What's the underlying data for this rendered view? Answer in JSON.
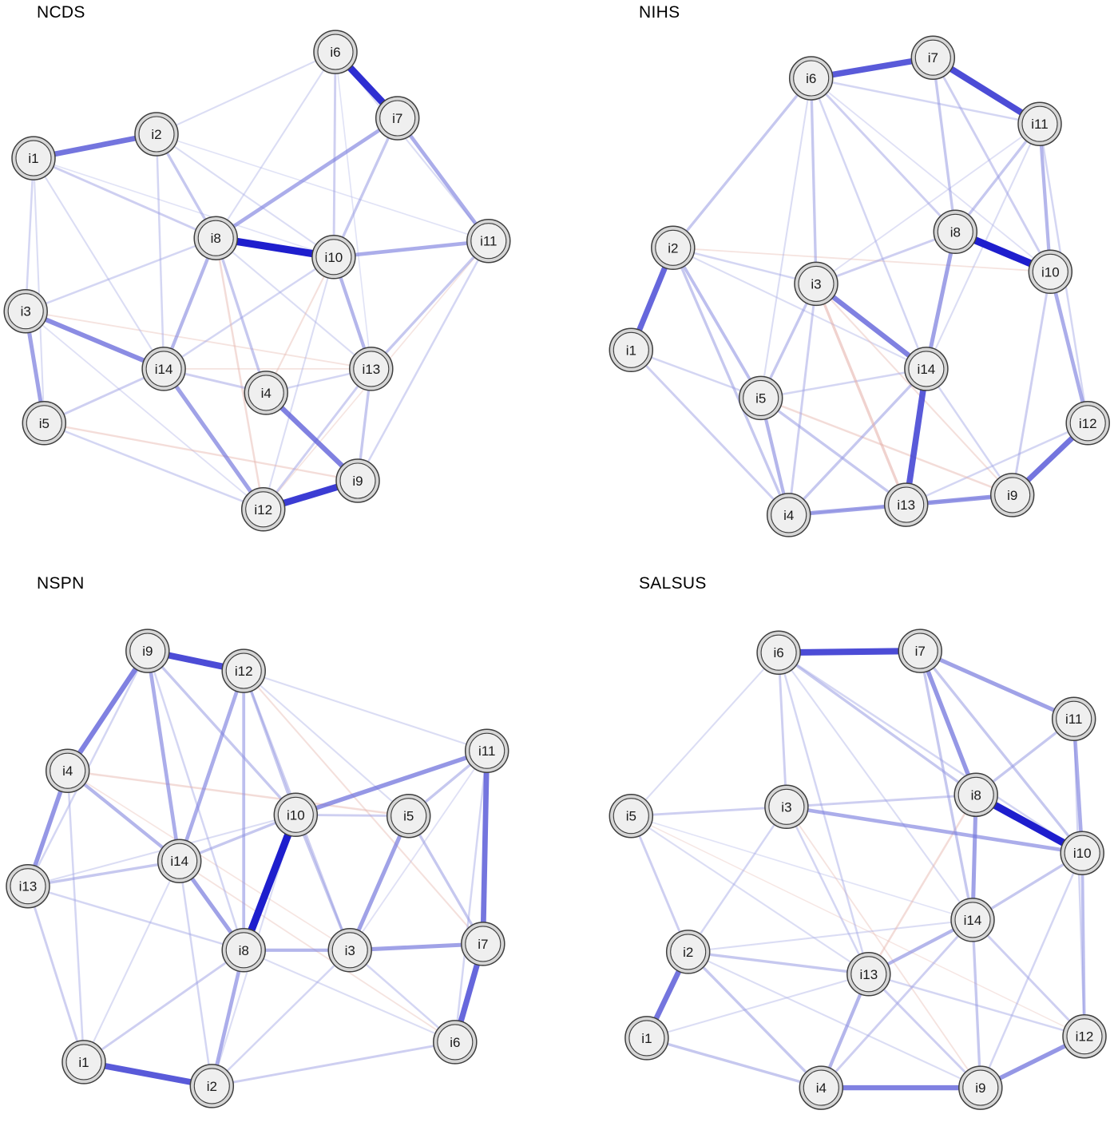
{
  "style": {
    "node_fill": "#efefef",
    "node_ring": "#d6d6d6",
    "node_border": "#3f3f3f",
    "label_color": "#1a1a1a"
  },
  "chart_data": [
    {
      "type": "network",
      "title": "NCDS",
      "nodes": [
        {
          "id": "i1",
          "x": 0.06,
          "y": 0.277
        },
        {
          "id": "i2",
          "x": 0.28,
          "y": 0.235
        },
        {
          "id": "i3",
          "x": 0.046,
          "y": 0.545
        },
        {
          "id": "i4",
          "x": 0.476,
          "y": 0.688
        },
        {
          "id": "i5",
          "x": 0.079,
          "y": 0.741
        },
        {
          "id": "i6",
          "x": 0.6,
          "y": 0.091
        },
        {
          "id": "i7",
          "x": 0.711,
          "y": 0.207
        },
        {
          "id": "i8",
          "x": 0.386,
          "y": 0.417
        },
        {
          "id": "i9",
          "x": 0.64,
          "y": 0.842
        },
        {
          "id": "i10",
          "x": 0.597,
          "y": 0.45
        },
        {
          "id": "i11",
          "x": 0.874,
          "y": 0.422
        },
        {
          "id": "i12",
          "x": 0.471,
          "y": 0.892
        },
        {
          "id": "i13",
          "x": 0.664,
          "y": 0.646
        },
        {
          "id": "i14",
          "x": 0.293,
          "y": 0.646
        }
      ],
      "edges": [
        [
          "i6",
          "i7",
          0.95
        ],
        [
          "i8",
          "i10",
          1.0
        ],
        [
          "i1",
          "i2",
          0.7
        ],
        [
          "i9",
          "i12",
          0.9
        ],
        [
          "i4",
          "i9",
          0.65
        ],
        [
          "i3",
          "i14",
          0.6
        ],
        [
          "i3",
          "i5",
          0.5
        ],
        [
          "i14",
          "i12",
          0.5
        ],
        [
          "i7",
          "i11",
          0.45
        ],
        [
          "i7",
          "i8",
          0.45
        ],
        [
          "i10",
          "i11",
          0.45
        ],
        [
          "i8",
          "i14",
          0.4
        ],
        [
          "i10",
          "i13",
          0.4
        ],
        [
          "i7",
          "i10",
          0.3
        ],
        [
          "i2",
          "i8",
          0.3
        ],
        [
          "i11",
          "i13",
          0.3
        ],
        [
          "i9",
          "i13",
          0.3
        ],
        [
          "i4",
          "i8",
          0.3
        ],
        [
          "i1",
          "i8",
          0.25
        ],
        [
          "i6",
          "i10",
          0.25
        ],
        [
          "i4",
          "i14",
          0.25
        ],
        [
          "i12",
          "i13",
          0.25
        ],
        [
          "i5",
          "i14",
          0.25
        ],
        [
          "i1",
          "i3",
          0.2
        ],
        [
          "i2",
          "i14",
          0.2
        ],
        [
          "i3",
          "i8",
          0.2
        ],
        [
          "i5",
          "i12",
          0.2
        ],
        [
          "i9",
          "i11",
          0.2
        ],
        [
          "i4",
          "i13",
          0.2
        ],
        [
          "i10",
          "i14",
          0.2
        ],
        [
          "i2",
          "i6",
          0.15
        ],
        [
          "i1",
          "i14",
          0.15
        ],
        [
          "i6",
          "i8",
          0.15
        ],
        [
          "i6",
          "i11",
          0.15
        ],
        [
          "i2",
          "i10",
          0.15
        ],
        [
          "i1",
          "i5",
          0.15
        ],
        [
          "i8",
          "i13",
          0.15
        ],
        [
          "i10",
          "i12",
          0.15
        ],
        [
          "i2",
          "i11",
          0.1
        ],
        [
          "i6",
          "i13",
          0.1
        ],
        [
          "i1",
          "i10",
          0.1
        ],
        [
          "i3",
          "i12",
          0.12
        ],
        [
          "i5",
          "i9",
          -0.18
        ],
        [
          "i3",
          "i13",
          -0.12
        ],
        [
          "i4",
          "i10",
          -0.15
        ],
        [
          "i8",
          "i12",
          -0.2
        ],
        [
          "i11",
          "i12",
          -0.1
        ],
        [
          "i13",
          "i14",
          -0.12
        ]
      ]
    },
    {
      "type": "network",
      "title": "NIHS",
      "nodes": [
        {
          "id": "i1",
          "x": 0.129,
          "y": 0.613
        },
        {
          "id": "i2",
          "x": 0.204,
          "y": 0.434
        },
        {
          "id": "i3",
          "x": 0.46,
          "y": 0.497
        },
        {
          "id": "i4",
          "x": 0.411,
          "y": 0.902
        },
        {
          "id": "i5",
          "x": 0.361,
          "y": 0.697
        },
        {
          "id": "i6",
          "x": 0.451,
          "y": 0.137
        },
        {
          "id": "i7",
          "x": 0.669,
          "y": 0.101
        },
        {
          "id": "i8",
          "x": 0.709,
          "y": 0.406
        },
        {
          "id": "i9",
          "x": 0.811,
          "y": 0.867
        },
        {
          "id": "i10",
          "x": 0.879,
          "y": 0.476
        },
        {
          "id": "i11",
          "x": 0.86,
          "y": 0.217
        },
        {
          "id": "i12",
          "x": 0.946,
          "y": 0.741
        },
        {
          "id": "i13",
          "x": 0.621,
          "y": 0.884
        },
        {
          "id": "i14",
          "x": 0.657,
          "y": 0.646
        }
      ],
      "edges": [
        [
          "i6",
          "i7",
          0.8
        ],
        [
          "i7",
          "i11",
          0.85
        ],
        [
          "i8",
          "i10",
          1.0
        ],
        [
          "i1",
          "i2",
          0.75
        ],
        [
          "i13",
          "i14",
          0.8
        ],
        [
          "i3",
          "i14",
          0.65
        ],
        [
          "i9",
          "i12",
          0.7
        ],
        [
          "i9",
          "i13",
          0.55
        ],
        [
          "i4",
          "i13",
          0.5
        ],
        [
          "i8",
          "i14",
          0.5
        ],
        [
          "i10",
          "i12",
          0.45
        ],
        [
          "i10",
          "i11",
          0.4
        ],
        [
          "i4",
          "i5",
          0.4
        ],
        [
          "i2",
          "i5",
          0.35
        ],
        [
          "i3",
          "i5",
          0.3
        ],
        [
          "i2",
          "i6",
          0.3
        ],
        [
          "i3",
          "i6",
          0.3
        ],
        [
          "i7",
          "i8",
          0.3
        ],
        [
          "i8",
          "i11",
          0.3
        ],
        [
          "i2",
          "i4",
          0.3
        ],
        [
          "i5",
          "i13",
          0.3
        ],
        [
          "i4",
          "i14",
          0.3
        ],
        [
          "i6",
          "i8",
          0.25
        ],
        [
          "i3",
          "i8",
          0.25
        ],
        [
          "i1",
          "i4",
          0.25
        ],
        [
          "i3",
          "i4",
          0.25
        ],
        [
          "i7",
          "i10",
          0.25
        ],
        [
          "i9",
          "i10",
          0.25
        ],
        [
          "i6",
          "i11",
          0.2
        ],
        [
          "i2",
          "i3",
          0.2
        ],
        [
          "i6",
          "i14",
          0.2
        ],
        [
          "i11",
          "i12",
          0.2
        ],
        [
          "i9",
          "i14",
          0.2
        ],
        [
          "i5",
          "i14",
          0.2
        ],
        [
          "i12",
          "i13",
          0.2
        ],
        [
          "i1",
          "i5",
          0.2
        ],
        [
          "i2",
          "i14",
          0.15
        ],
        [
          "i5",
          "i6",
          0.15
        ],
        [
          "i11",
          "i14",
          0.15
        ],
        [
          "i4",
          "i9",
          0.15
        ],
        [
          "i3",
          "i11",
          0.12
        ],
        [
          "i6",
          "i10",
          0.12
        ],
        [
          "i3",
          "i13",
          -0.3
        ],
        [
          "i5",
          "i9",
          -0.2
        ],
        [
          "i2",
          "i10",
          -0.12
        ],
        [
          "i3",
          "i9",
          -0.15
        ]
      ]
    },
    {
      "type": "network",
      "title": "NSPN",
      "nodes": [
        {
          "id": "i1",
          "x": 0.15,
          "y": 0.86
        },
        {
          "id": "i2",
          "x": 0.379,
          "y": 0.902
        },
        {
          "id": "i3",
          "x": 0.626,
          "y": 0.664
        },
        {
          "id": "i4",
          "x": 0.121,
          "y": 0.35
        },
        {
          "id": "i5",
          "x": 0.731,
          "y": 0.429
        },
        {
          "id": "i6",
          "x": 0.814,
          "y": 0.825
        },
        {
          "id": "i7",
          "x": 0.864,
          "y": 0.653
        },
        {
          "id": "i8",
          "x": 0.436,
          "y": 0.664
        },
        {
          "id": "i9",
          "x": 0.264,
          "y": 0.14
        },
        {
          "id": "i10",
          "x": 0.529,
          "y": 0.427
        },
        {
          "id": "i11",
          "x": 0.871,
          "y": 0.315
        },
        {
          "id": "i12",
          "x": 0.436,
          "y": 0.175
        },
        {
          "id": "i13",
          "x": 0.05,
          "y": 0.552
        },
        {
          "id": "i14",
          "x": 0.321,
          "y": 0.508
        }
      ],
      "edges": [
        [
          "i9",
          "i12",
          0.85
        ],
        [
          "i8",
          "i10",
          1.0
        ],
        [
          "i1",
          "i2",
          0.8
        ],
        [
          "i6",
          "i7",
          0.75
        ],
        [
          "i7",
          "i11",
          0.7
        ],
        [
          "i4",
          "i9",
          0.65
        ],
        [
          "i4",
          "i13",
          0.55
        ],
        [
          "i10",
          "i11",
          0.55
        ],
        [
          "i3",
          "i5",
          0.5
        ],
        [
          "i3",
          "i7",
          0.5
        ],
        [
          "i8",
          "i14",
          0.5
        ],
        [
          "i9",
          "i14",
          0.45
        ],
        [
          "i12",
          "i14",
          0.45
        ],
        [
          "i2",
          "i8",
          0.45
        ],
        [
          "i3",
          "i8",
          0.4
        ],
        [
          "i4",
          "i14",
          0.4
        ],
        [
          "i8",
          "i12",
          0.35
        ],
        [
          "i10",
          "i12",
          0.3
        ],
        [
          "i3",
          "i10",
          0.3
        ],
        [
          "i5",
          "i10",
          0.25
        ],
        [
          "i13",
          "i14",
          0.3
        ],
        [
          "i1",
          "i13",
          0.25
        ],
        [
          "i2",
          "i6",
          0.25
        ],
        [
          "i1",
          "i8",
          0.25
        ],
        [
          "i9",
          "i10",
          0.3
        ],
        [
          "i3",
          "i12",
          0.25
        ],
        [
          "i5",
          "i11",
          0.3
        ],
        [
          "i10",
          "i14",
          0.3
        ],
        [
          "i8",
          "i13",
          0.2
        ],
        [
          "i1",
          "i4",
          0.2
        ],
        [
          "i11",
          "i12",
          0.15
        ],
        [
          "i9",
          "i13",
          0.2
        ],
        [
          "i2",
          "i3",
          0.2
        ],
        [
          "i3",
          "i6",
          0.2
        ],
        [
          "i5",
          "i7",
          0.3
        ],
        [
          "i6",
          "i11",
          0.2
        ],
        [
          "i2",
          "i14",
          0.2
        ],
        [
          "i5",
          "i12",
          0.15
        ],
        [
          "i8",
          "i9",
          0.2
        ],
        [
          "i10",
          "i13",
          0.15
        ],
        [
          "i1",
          "i14",
          0.15
        ],
        [
          "i2",
          "i10",
          0.15
        ],
        [
          "i6",
          "i8",
          0.15
        ],
        [
          "i3",
          "i11",
          0.12
        ],
        [
          "i4",
          "i5",
          -0.2
        ],
        [
          "i7",
          "i12",
          -0.15
        ],
        [
          "i6",
          "i14",
          -0.12
        ],
        [
          "i3",
          "i4",
          -0.1
        ]
      ]
    },
    {
      "type": "network",
      "title": "SALSUS",
      "nodes": [
        {
          "id": "i1",
          "x": 0.157,
          "y": 0.818
        },
        {
          "id": "i2",
          "x": 0.231,
          "y": 0.667
        },
        {
          "id": "i3",
          "x": 0.407,
          "y": 0.413
        },
        {
          "id": "i4",
          "x": 0.469,
          "y": 0.905
        },
        {
          "id": "i5",
          "x": 0.129,
          "y": 0.429
        },
        {
          "id": "i6",
          "x": 0.393,
          "y": 0.143
        },
        {
          "id": "i7",
          "x": 0.646,
          "y": 0.14
        },
        {
          "id": "i8",
          "x": 0.746,
          "y": 0.392
        },
        {
          "id": "i9",
          "x": 0.754,
          "y": 0.905
        },
        {
          "id": "i10",
          "x": 0.936,
          "y": 0.494
        },
        {
          "id": "i11",
          "x": 0.921,
          "y": 0.259
        },
        {
          "id": "i12",
          "x": 0.94,
          "y": 0.815
        },
        {
          "id": "i13",
          "x": 0.554,
          "y": 0.706
        },
        {
          "id": "i14",
          "x": 0.74,
          "y": 0.611
        }
      ],
      "edges": [
        [
          "i6",
          "i7",
          0.85
        ],
        [
          "i8",
          "i10",
          1.0
        ],
        [
          "i1",
          "i2",
          0.7
        ],
        [
          "i4",
          "i9",
          0.65
        ],
        [
          "i7",
          "i8",
          0.55
        ],
        [
          "i9",
          "i12",
          0.55
        ],
        [
          "i7",
          "i11",
          0.5
        ],
        [
          "i10",
          "i11",
          0.45
        ],
        [
          "i8",
          "i14",
          0.5
        ],
        [
          "i3",
          "i10",
          0.45
        ],
        [
          "i13",
          "i14",
          0.4
        ],
        [
          "i4",
          "i13",
          0.4
        ],
        [
          "i10",
          "i12",
          0.35
        ],
        [
          "i2",
          "i13",
          0.3
        ],
        [
          "i2",
          "i4",
          0.3
        ],
        [
          "i3",
          "i6",
          0.25
        ],
        [
          "i3",
          "i5",
          0.25
        ],
        [
          "i2",
          "i5",
          0.25
        ],
        [
          "i6",
          "i8",
          0.3
        ],
        [
          "i6",
          "i10",
          0.2
        ],
        [
          "i7",
          "i14",
          0.3
        ],
        [
          "i8",
          "i11",
          0.3
        ],
        [
          "i9",
          "i14",
          0.3
        ],
        [
          "i9",
          "i13",
          0.25
        ],
        [
          "i12",
          "i14",
          0.25
        ],
        [
          "i1",
          "i4",
          0.3
        ],
        [
          "i3",
          "i13",
          0.2
        ],
        [
          "i3",
          "i8",
          0.25
        ],
        [
          "i5",
          "i13",
          0.15
        ],
        [
          "i6",
          "i13",
          0.2
        ],
        [
          "i2",
          "i3",
          0.2
        ],
        [
          "i4",
          "i14",
          0.25
        ],
        [
          "i10",
          "i14",
          0.3
        ],
        [
          "i12",
          "i13",
          0.2
        ],
        [
          "i9",
          "i10",
          0.2
        ],
        [
          "i5",
          "i6",
          0.15
        ],
        [
          "i1",
          "i13",
          0.15
        ],
        [
          "i2",
          "i9",
          0.15
        ],
        [
          "i5",
          "i14",
          0.1
        ],
        [
          "i7",
          "i10",
          0.3
        ],
        [
          "i11",
          "i12",
          0.2
        ],
        [
          "i2",
          "i14",
          0.15
        ],
        [
          "i6",
          "i14",
          0.15
        ],
        [
          "i8",
          "i13",
          -0.2
        ],
        [
          "i3",
          "i9",
          -0.12
        ],
        [
          "i5",
          "i12",
          -0.08
        ]
      ]
    }
  ]
}
